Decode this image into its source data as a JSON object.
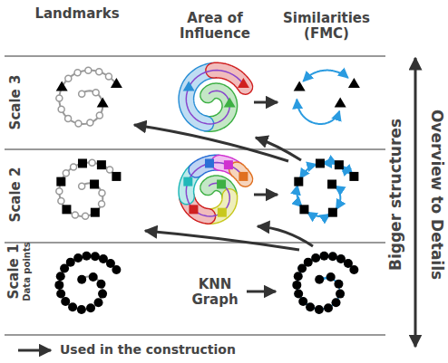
{
  "diagram": {
    "labels": [
      "Landmarks",
      "Area of Influence",
      "Similarities (FMC)",
      "Scale 3",
      "Scale 2",
      "Scale 1",
      "Data points",
      "KNN Graph",
      "Bigger structures",
      "Overview to Details"
    ],
    "legend": [
      {
        "text": "Used in the construction"
      }
    ]
  }
}
